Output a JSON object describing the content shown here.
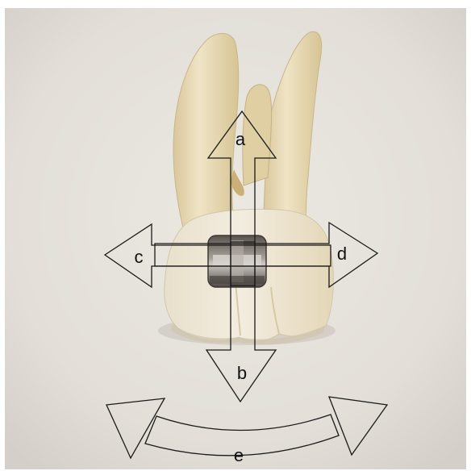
{
  "image": {
    "subject": "extracted-molar-with-bracket",
    "background_color": "#e6e2db",
    "tooth_color": "#e9dfc2",
    "bracket_color": "#6d6560"
  },
  "arrows": {
    "a": {
      "label": "a",
      "direction": "up"
    },
    "b": {
      "label": "b",
      "direction": "down"
    },
    "c": {
      "label": "c",
      "direction": "left"
    },
    "d": {
      "label": "d",
      "direction": "right"
    },
    "e": {
      "label": "e",
      "direction": "rotation"
    }
  },
  "colors": {
    "outline": "#1a1a1a",
    "arrow_fill": "#ffffff"
  }
}
